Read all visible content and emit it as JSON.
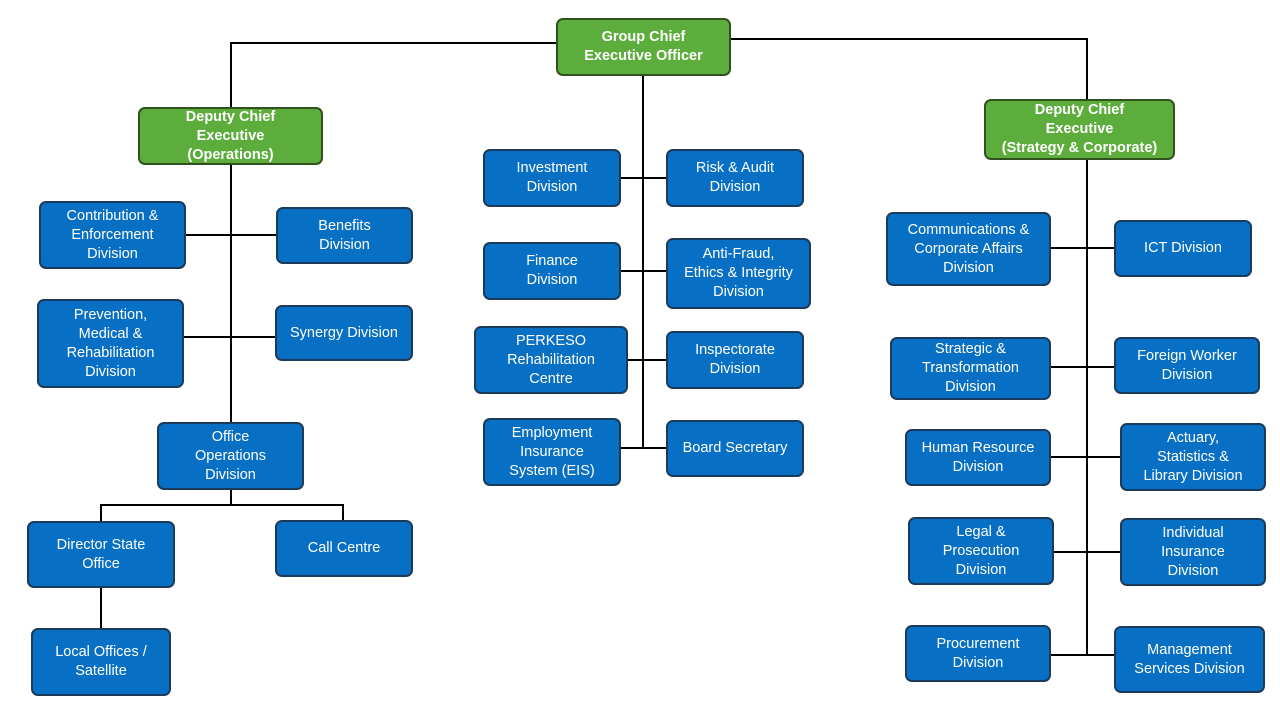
{
  "colors": {
    "executive_fill": "#5cad3c",
    "division_fill": "#0870c4",
    "border_dark": "#1c3b5a",
    "connector": "#000000",
    "text": "#ffffff"
  },
  "org": {
    "ceo": "Group Chief\nExecutive Officer",
    "dce_operations": "Deputy Chief\nExecutive\n(Operations)",
    "dce_strategy": "Deputy Chief\nExecutive\n(Strategy & Corporate)",
    "operations": {
      "contribution_enforcement": "Contribution &\nEnforcement\nDivision",
      "benefits": "Benefits\nDivision",
      "prevention_medical": "Prevention,\nMedical &\nRehabilitation\nDivision",
      "synergy": "Synergy Division",
      "office_operations": "Office\nOperations\nDivision",
      "director_state_office": "Director State\nOffice",
      "call_centre": "Call Centre",
      "local_offices": "Local Offices /\nSatellite"
    },
    "ceo_direct": {
      "investment": "Investment\nDivision",
      "risk_audit": "Risk & Audit\nDivision",
      "finance": "Finance\nDivision",
      "anti_fraud": "Anti-Fraud,\nEthics & Integrity\nDivision",
      "perkeso_rehab": "PERKESO\nRehabilitation\nCentre",
      "inspectorate": "Inspectorate\nDivision",
      "eis": "Employment\nInsurance\nSystem (EIS)",
      "board_secretary": "Board Secretary"
    },
    "strategy": {
      "communications": "Communications &\nCorporate  Affairs\nDivision",
      "ict": "ICT Division",
      "strategic_transformation": "Strategic &\nTransformation\nDivision",
      "foreign_worker": "Foreign Worker\nDivision",
      "human_resource": "Human Resource\nDivision",
      "actuary": "Actuary,\nStatistics &\nLibrary Division",
      "legal": "Legal &\nProsecution\nDivision",
      "individual_insurance": "Individual\nInsurance\nDivision",
      "procurement": "Procurement\nDivision",
      "management_services": "Management\nServices Division"
    }
  }
}
